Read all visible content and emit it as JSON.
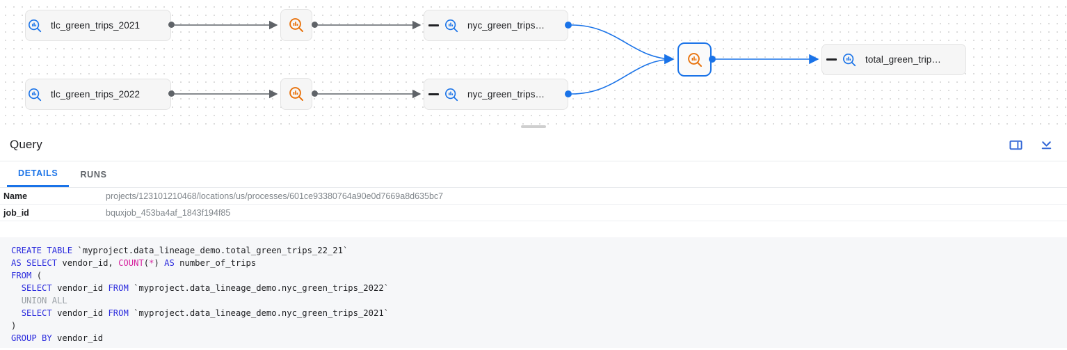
{
  "lineage": {
    "nodes": [
      {
        "id": "src2021",
        "label": "tlc_green_trips_2021",
        "icon": "bigquery-table-icon",
        "kind": "table",
        "collapsible": false,
        "selected": false
      },
      {
        "id": "src2022",
        "label": "tlc_green_trips_2022",
        "icon": "bigquery-table-icon",
        "kind": "table",
        "collapsible": false,
        "selected": false
      },
      {
        "id": "proc1",
        "label": "",
        "icon": "bigquery-process-icon",
        "kind": "process",
        "collapsible": false,
        "selected": false
      },
      {
        "id": "proc2",
        "label": "",
        "icon": "bigquery-process-icon",
        "kind": "process",
        "collapsible": false,
        "selected": false
      },
      {
        "id": "mid2022",
        "label": "nyc_green_trips…",
        "icon": "bigquery-table-icon",
        "kind": "table",
        "collapsible": true,
        "selected": false
      },
      {
        "id": "mid2021",
        "label": "nyc_green_trips…",
        "icon": "bigquery-table-icon",
        "kind": "table",
        "collapsible": true,
        "selected": false
      },
      {
        "id": "proc3",
        "label": "",
        "icon": "bigquery-process-icon",
        "kind": "process",
        "collapsible": false,
        "selected": true
      },
      {
        "id": "target",
        "label": "total_green_trip…",
        "icon": "bigquery-table-icon",
        "kind": "table",
        "collapsible": true,
        "selected": false
      }
    ],
    "colors": {
      "edge": "#5f6368",
      "edge_selected": "#1a73e8",
      "process_icon": "#e8710a",
      "table_icon": "#1a73e8"
    }
  },
  "panel": {
    "title": "Query",
    "actions": [
      {
        "name": "split-pane-icon",
        "label": "Split pane"
      },
      {
        "name": "collapse-panel-icon",
        "label": "Collapse panel"
      }
    ],
    "tabs": [
      {
        "label": "DETAILS",
        "active": true
      },
      {
        "label": "RUNS",
        "active": false
      }
    ],
    "details": [
      {
        "key": "Name",
        "value": "projects/123101210468/locations/us/processes/601ce93380764a90e0d7669a8d635bc7"
      },
      {
        "key": "job_id",
        "value": "bquxjob_453ba4af_1843f194f85"
      }
    ]
  },
  "sql": {
    "lines": [
      [
        {
          "t": "CREATE TABLE ",
          "c": "kw"
        },
        {
          "t": "`myproject.data_lineage_demo.total_green_trips_22_21`",
          "c": ""
        }
      ],
      [
        {
          "t": "AS SELECT ",
          "c": "kw"
        },
        {
          "t": "vendor_id, ",
          "c": ""
        },
        {
          "t": "COUNT",
          "c": "fn"
        },
        {
          "t": "(",
          "c": ""
        },
        {
          "t": "*",
          "c": "fn"
        },
        {
          "t": ") ",
          "c": ""
        },
        {
          "t": "AS ",
          "c": "kw"
        },
        {
          "t": "number_of_trips",
          "c": ""
        }
      ],
      [
        {
          "t": "FROM ",
          "c": "kw"
        },
        {
          "t": "(",
          "c": ""
        }
      ],
      [
        {
          "t": "  ",
          "c": ""
        },
        {
          "t": "SELECT ",
          "c": "kw"
        },
        {
          "t": "vendor_id ",
          "c": ""
        },
        {
          "t": "FROM ",
          "c": "kw"
        },
        {
          "t": "`myproject.data_lineage_demo.nyc_green_trips_2022`",
          "c": ""
        }
      ],
      [
        {
          "t": "  ",
          "c": ""
        },
        {
          "t": "UNION ALL",
          "c": "dim"
        }
      ],
      [
        {
          "t": "  ",
          "c": ""
        },
        {
          "t": "SELECT ",
          "c": "kw"
        },
        {
          "t": "vendor_id ",
          "c": ""
        },
        {
          "t": "FROM ",
          "c": "kw"
        },
        {
          "t": "`myproject.data_lineage_demo.nyc_green_trips_2021`",
          "c": ""
        }
      ],
      [
        {
          "t": ")",
          "c": ""
        }
      ],
      [
        {
          "t": "GROUP BY ",
          "c": "kw"
        },
        {
          "t": "vendor_id",
          "c": ""
        }
      ]
    ]
  }
}
